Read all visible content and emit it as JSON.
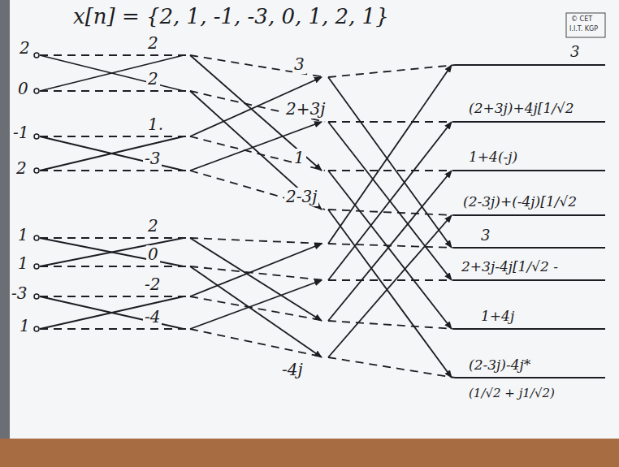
{
  "diagram": {
    "title": "x[n] = {2, 1, -1, -3, 0, 1, 2, 1}",
    "labels": [
      "© CET",
      "I.I.T. KGP",
      "2",
      "0",
      "-1",
      "2",
      "1",
      "1",
      "-3",
      "1",
      "2",
      "2",
      "1.",
      "-3",
      "2",
      "0",
      "-2",
      "-4",
      "3",
      "2+3j",
      "1",
      "2-3j",
      "-4j",
      "3",
      "(2+3j)+4j[1/√2",
      "1+4(-j)",
      "(2-3j)+(-4j)[1/√2",
      "3",
      "2+3j-4j[1/√2 -",
      "1+4j",
      "(2-3j)-4j*",
      "(1/√2 + j1/√2)"
    ]
  }
}
